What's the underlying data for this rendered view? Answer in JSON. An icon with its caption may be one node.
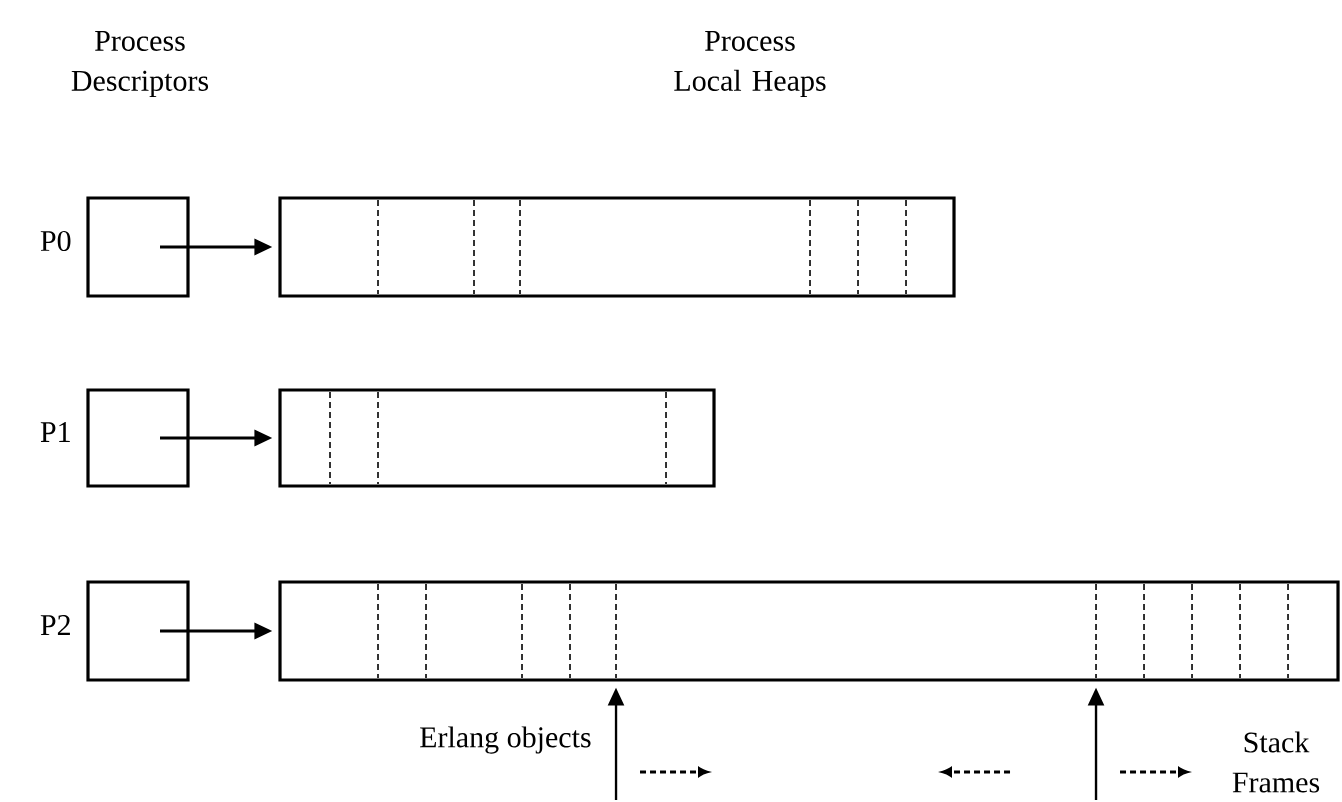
{
  "diagram": {
    "nodes": [
      {
        "text": [],
        "shape": "box",
        "beside": [
          "P0"
        ]
      },
      {
        "text": [],
        "shape": "box"
      },
      {
        "text": [],
        "shape": "box",
        "beside": [
          "P1"
        ]
      },
      {
        "text": [],
        "shape": "box"
      },
      {
        "text": [],
        "shape": "box",
        "beside": [
          "P2"
        ]
      },
      {
        "text": [],
        "shape": "box"
      }
    ],
    "edges": [
      {
        "from": 0,
        "to": 1,
        "arrow": "to"
      },
      {
        "from": 2,
        "to": 3,
        "arrow": "to"
      },
      {
        "from": 4,
        "to": 5,
        "arrow": "to"
      },
      {
        "from": null,
        "to": 5,
        "arrow": "to"
      },
      {
        "from": null,
        "to": 5,
        "arrow": "to"
      }
    ],
    "labels": [
      "Process Descriptors",
      "Process Local Heaps",
      "Erlang objects",
      "Stack Frames"
    ]
  }
}
